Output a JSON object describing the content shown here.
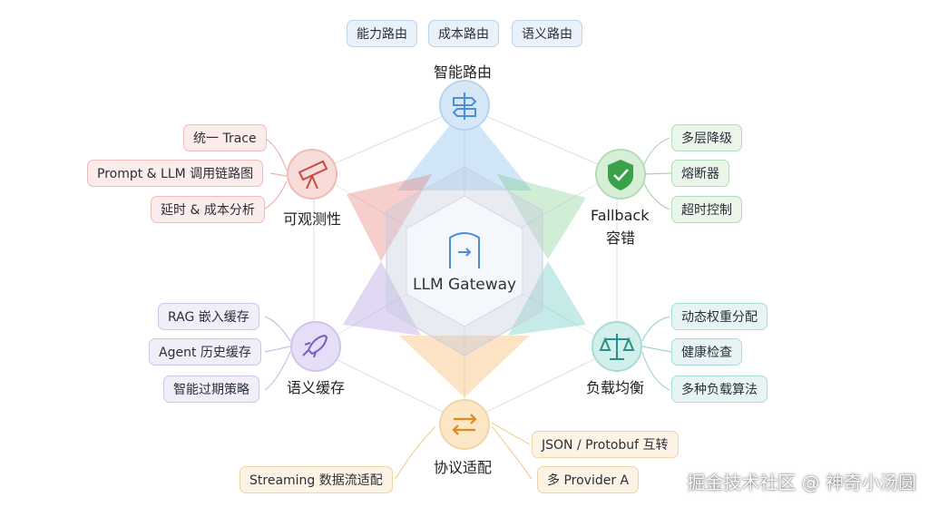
{
  "center": {
    "label": "LLM Gateway"
  },
  "nodes": {
    "routing": {
      "label": "智能路由",
      "items": [
        "能力路由",
        "成本路由",
        "语义路由"
      ]
    },
    "fallback": {
      "label_line1": "Fallback",
      "label_line2": "容错",
      "items": [
        "多层降级",
        "熔断器",
        "超时控制"
      ]
    },
    "load_balancing": {
      "label": "负载均衡",
      "items": [
        "动态权重分配",
        "健康检查",
        "多种负载算法"
      ]
    },
    "protocol": {
      "label": "协议适配",
      "items": [
        "JSON / Protobuf 互转",
        "多 Provider A",
        "Streaming 数据流适配"
      ]
    },
    "semantic_cache": {
      "label": "语义缓存",
      "items": [
        "RAG 嵌入缓存",
        "Agent 历史缓存",
        "智能过期策略"
      ]
    },
    "observability": {
      "label": "可观测性",
      "items": [
        "统一 Trace",
        "Prompt & LLM 调用链路图",
        "延时 & 成本分析"
      ]
    }
  },
  "watermark": "掘金技术社区 @ 神奇小汤圆",
  "colors": {
    "blue": "#5aa6e6",
    "green": "#5dbf6a",
    "teal": "#3fb8b0",
    "orange": "#f2a33a",
    "purple": "#9a7fd6",
    "red": "#e0605a"
  }
}
